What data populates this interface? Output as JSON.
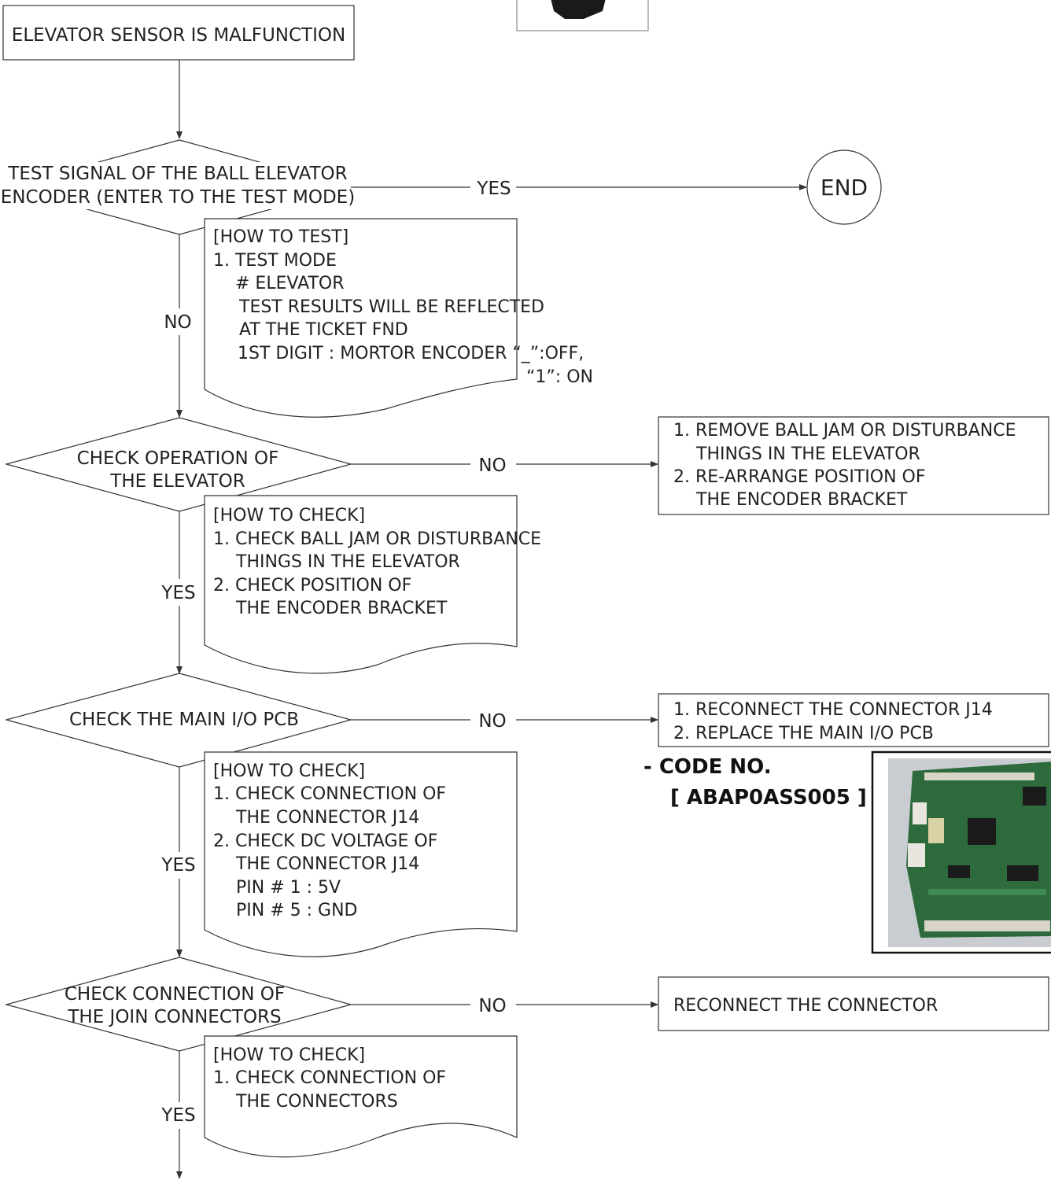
{
  "start_box": "ELEVATOR SENSOR IS MALFUNCTION",
  "decisions": {
    "d1": [
      "TEST SIGNAL OF THE BALL ELEVATOR",
      "ENCODER (ENTER TO THE TEST MODE)"
    ],
    "d2": [
      "CHECK OPERATION OF",
      "THE ELEVATOR"
    ],
    "d3": [
      "CHECK THE MAIN I/O PCB"
    ],
    "d4": [
      "CHECK CONNECTION OF",
      "THE JOIN CONNECTORS"
    ]
  },
  "edges": {
    "d1_right": "YES",
    "d1_down": "NO",
    "d2_right": "NO",
    "d2_down": "YES",
    "d3_right": "NO",
    "d3_down": "YES",
    "d4_right": "NO",
    "d4_down": "YES"
  },
  "end_label": "END",
  "notes": {
    "n1": [
      "[HOW TO TEST]",
      "1. TEST MODE",
      "# ELEVATOR",
      "TEST RESULTS WILL BE REFLECTED",
      "AT THE TICKET FND",
      "1ST DIGIT :  MORTOR ENCODER “_”:OFF,",
      "“1”: ON"
    ],
    "n2": [
      "[HOW TO CHECK]",
      "1. CHECK BALL JAM OR DISTURBANCE",
      "THINGS IN THE ELEVATOR",
      "2. CHECK POSITION OF",
      "THE ENCODER BRACKET"
    ],
    "n3": [
      "[HOW TO CHECK]",
      "1. CHECK CONNECTION OF",
      "THE CONNECTOR J14",
      "2. CHECK DC VOLTAGE OF",
      "THE CONNECTOR J14",
      "PIN # 1 : 5V",
      "PIN # 5 : GND"
    ],
    "n4": [
      "[HOW TO CHECK]",
      "1. CHECK CONNECTION OF",
      "THE CONNECTORS"
    ]
  },
  "actions": {
    "a2": [
      "1. REMOVE BALL JAM OR DISTURBANCE",
      "THINGS IN THE ELEVATOR",
      "2. RE-ARRANGE POSITION OF",
      "THE ENCODER BRACKET"
    ],
    "a3": [
      "1. RECONNECT THE CONNECTOR J14",
      "2. REPLACE THE MAIN I/O PCB"
    ],
    "a4": [
      "RECONNECT THE CONNECTOR"
    ]
  },
  "code_label": [
    "- CODE NO.",
    "[ ABAP0ASS005 ]"
  ],
  "colors": {
    "line": "#333333",
    "pcb_green": "#2e6b3c",
    "pcb_bg": "#c9ccd1"
  }
}
